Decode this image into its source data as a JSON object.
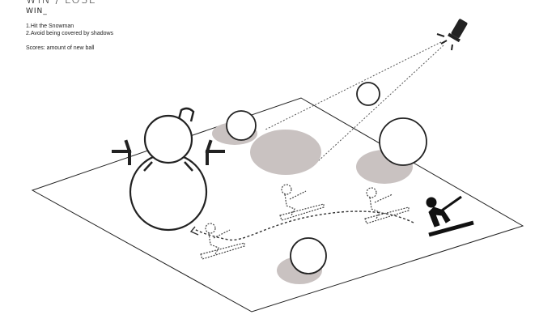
{
  "header": {
    "title": "WIN / LOSE",
    "subtitle": "WIN_",
    "rules": [
      "1.Hit the Snowman",
      "2.Avoid being covered by shadows"
    ],
    "scores": "Scores: amount of new ball"
  },
  "scene": {
    "ground_color": "#ffffff",
    "line_color": "#222222",
    "shadow_color": "#c9c2c1",
    "icons": [
      "snowman-icon",
      "snowball-icon",
      "shadow",
      "skier-icon",
      "light-source-icon"
    ]
  }
}
